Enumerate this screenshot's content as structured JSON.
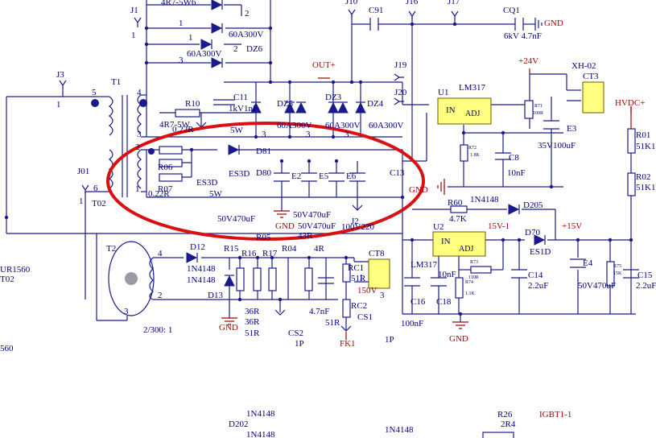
{
  "labels": {
    "j1": "J1",
    "j1_pin": "1",
    "r_top": "4R7-5W6",
    "dz_60a_1": "60A300V",
    "dz_60a_2": "60A300V",
    "dz6": "DZ6",
    "pin2a": "2",
    "pin2b": "2",
    "pin1a": "1",
    "pin1b": "1",
    "pin3a": "3",
    "j10": "J10",
    "c91": "C91",
    "j16": "J16",
    "j17": "J17",
    "cq1": "CQ1",
    "gnd_top": "GND",
    "cq1_val": "6kV 4.7nF",
    "out_plus": "OUT+",
    "j19": "J19",
    "j20": "J20",
    "plus24v": "+24V",
    "xh02": "XH-02",
    "ct3": "CT3",
    "u1": "U1",
    "lm317_1": "LM317",
    "in1": "IN",
    "adj1": "ADJ",
    "r71": "R71",
    "r71v": "100R",
    "e3": "E3",
    "e3v": "35V100uF",
    "hvdc": "HVDC+",
    "r01": "R01",
    "r01v": "51K1",
    "r02": "R02",
    "r02v": "51K1",
    "j3": "J3",
    "j3_pin": "1",
    "t1": "T1",
    "t1_5": "5",
    "t1_4": "4",
    "t1_3": "3",
    "t1_6": "6",
    "t1_1": "1",
    "t1_2": "2",
    "r10": "R10",
    "r10v": "4R7-5W",
    "r10v2": "0.22R",
    "c11": "C11",
    "c11v": "1kV1nF",
    "dz5": "DZ5",
    "dz3": "DZ3",
    "dz4": "DZ4",
    "dz5v": "60A300V",
    "dz3v": "60A300V",
    "dz4v": "60A300V",
    "five_w": "5W",
    "pin3b": "3",
    "pin3c": "3",
    "pin3d": "3",
    "d81": "D81",
    "r06": "R06",
    "r07": "R07",
    "r07v": "0.22R",
    "es3d_a": "ES3D",
    "es3d_b": "ES3D",
    "d80": "D80",
    "five_w2": "5W",
    "e2": "E2",
    "e5": "E5",
    "e6": "E6",
    "c13": "C13",
    "gnd_mid": "GND",
    "r72": "R72",
    "r72v": "1.8K",
    "c8": "C8",
    "c8v": "10nF",
    "j01": "J01",
    "j01_pin": "1",
    "t02": "T02",
    "e_val1": "50V470uF",
    "e_val2": "50V470uF",
    "e_val3": "50V470uF",
    "gnd_e": "GND",
    "j2": "J2",
    "r_43": "43R",
    "v100": "100V220",
    "r60": "R60",
    "r60v": "4.7K",
    "d1n4148": "1N4148",
    "d205": "D205",
    "fifteen_v1": "15V-1",
    "fifteen_v": "+15V",
    "u2": "U2",
    "in2": "IN",
    "adj2": "ADJ",
    "d70": "D70",
    "es1d": "ES1D",
    "lm317_2": "LM317",
    "r73": "R73",
    "r73v": "110R",
    "r74": "R74",
    "r74v": "1.1K",
    "c10n": "10nF",
    "c14": "C14",
    "c14v": "2.2uF",
    "e4": "E4",
    "e4v": "50V470uF",
    "r75": "R75",
    "r75v": "15K",
    "c15": "C15",
    "c15v": "2.2uF",
    "c16": "C16",
    "c18": "C18",
    "c100n": "100nF",
    "gnd_r": "GND",
    "ur1560": "UR1560",
    "t02b": "T02",
    "n560": "560",
    "t2": "T2",
    "t2_4": "4",
    "t2_2": "2",
    "t2_3": "3",
    "ratio": "2/300: 1",
    "d12": "D12",
    "d12v": "1N4148",
    "d12v2": "1N4148",
    "d13": "D13",
    "r15": "R15",
    "r05": "R05",
    "r16": "R16",
    "r17": "R17",
    "r04": "R04",
    "r_4r": "4R",
    "rc1": "RC1",
    "rc1v": "51R",
    "r150": "150V",
    "ct8": "CT8",
    "ct8_1": "1",
    "ct8_3": "3",
    "r36a": "36R",
    "r36b": "36R",
    "r51": "51R",
    "c47n": "4.7nF",
    "rc2": "RC2",
    "rc2v": "51R",
    "cs1": "CS1",
    "cs2": "CS2",
    "one_p": "1P",
    "one_p2": "1P",
    "gnd_b": "GND",
    "fk1": "FK1",
    "bot_1n4148a": "1N4148",
    "bot_1n4148b": "1N4148",
    "bot_1n4148c": "1N4148",
    "d202": "D202",
    "r26": "R26",
    "r26v": "2R4",
    "igbt": "IGBT1-1"
  }
}
